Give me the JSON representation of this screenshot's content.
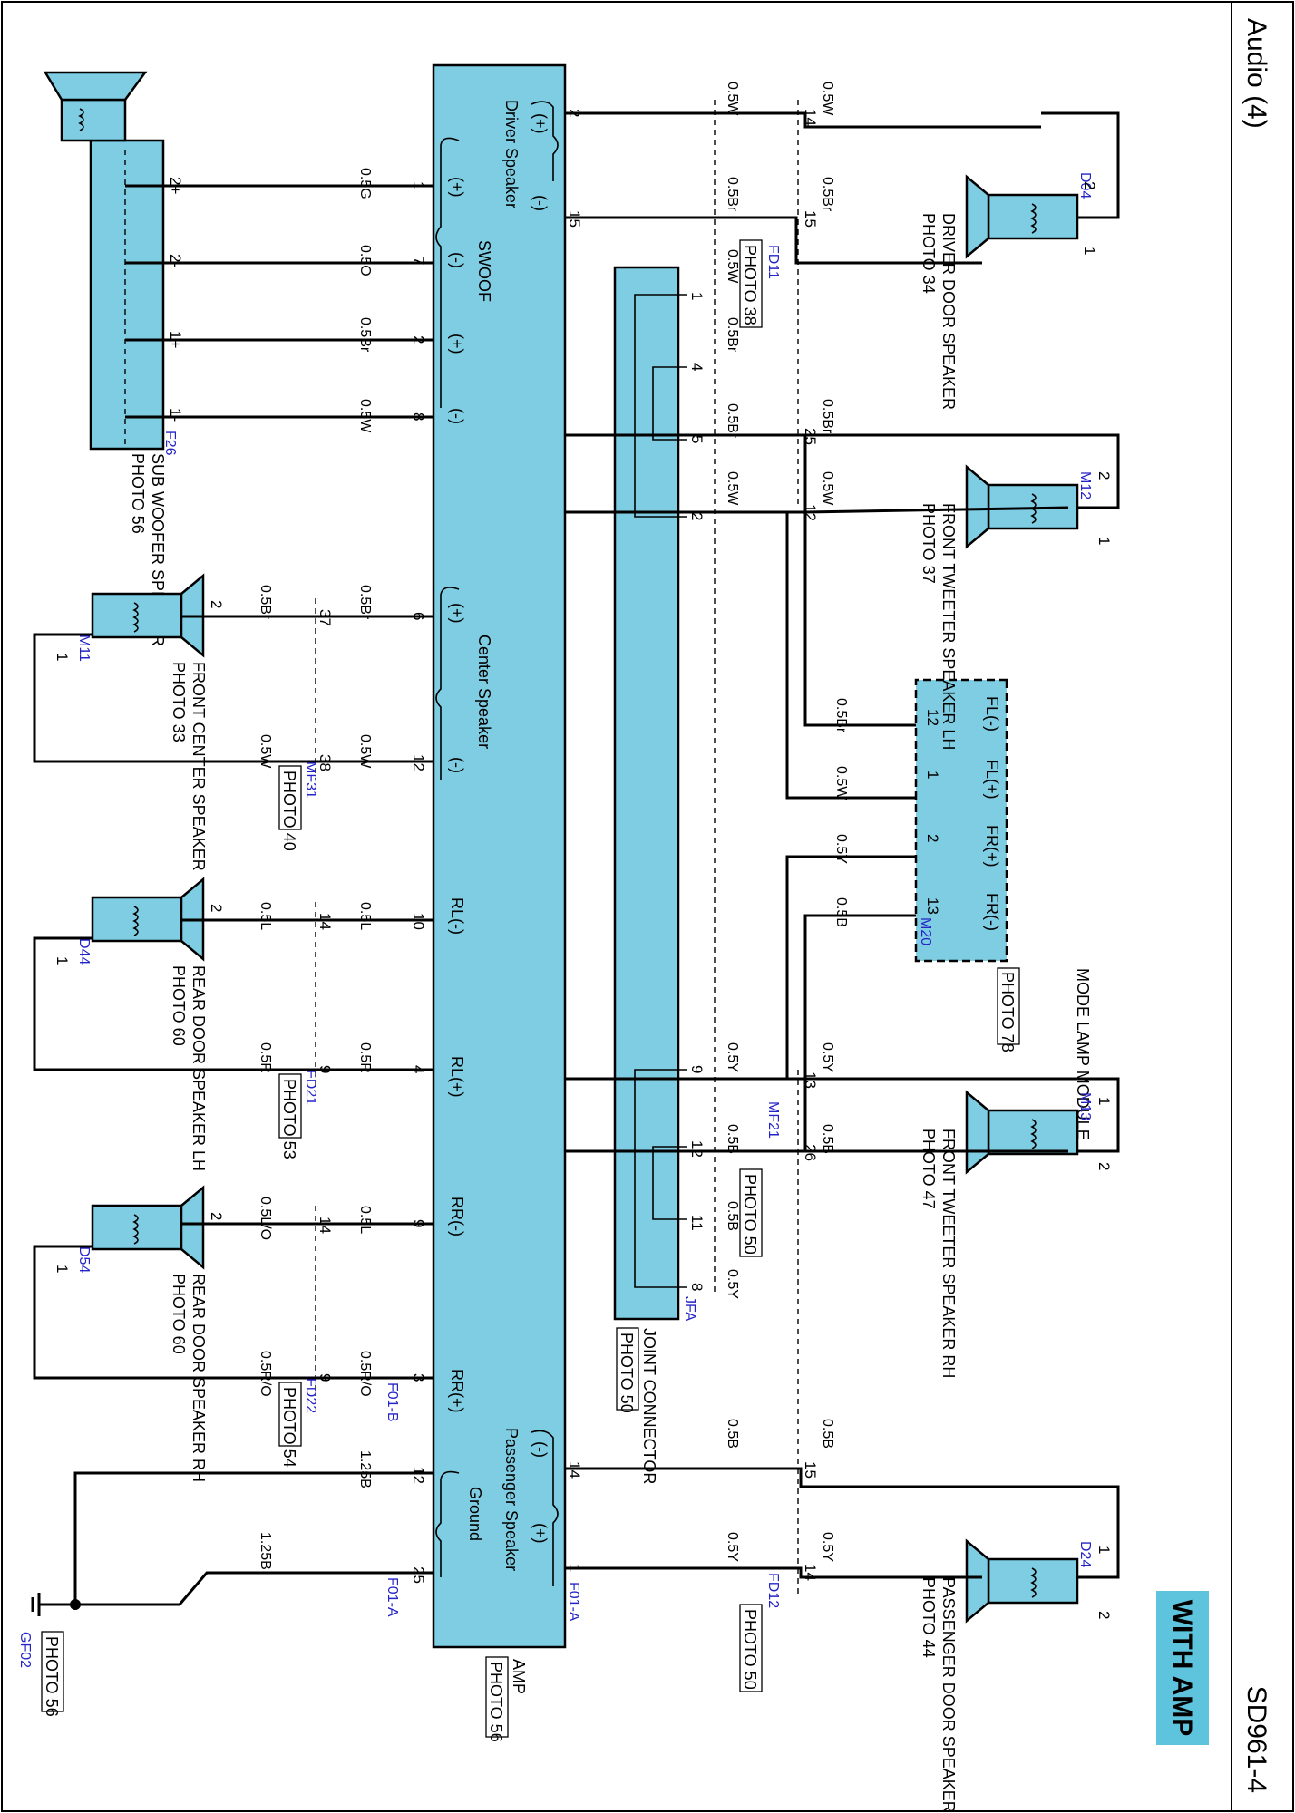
{
  "header": {
    "title": "Audio (4)",
    "code": "SD961-4",
    "variant": "WITH AMP"
  },
  "colors": {
    "component_fill": "#7fcde3",
    "connector_text": "#2424c8",
    "badge_fill": "#5ec3dc"
  },
  "components": {
    "amp": {
      "name": "AMP",
      "photo": "PHOTO 56"
    },
    "joint": {
      "name": "JOINT CONNECTOR",
      "photo": "PHOTO 50",
      "connector": "JFA",
      "pins": [
        "1",
        "4",
        "5",
        "2",
        "9",
        "12",
        "11",
        "8"
      ]
    },
    "mode_lamp": {
      "name": "MODE LAMP MODULE",
      "photo": "PHOTO 78",
      "connector": "M20",
      "pin_labels": [
        "FL(-)",
        "FL(+)",
        "FR(+)",
        "FR(-)"
      ],
      "pins": [
        "12",
        "1",
        "2",
        "13"
      ]
    },
    "driver_speaker": {
      "name": "DRIVER DOOR SPEAKER",
      "photo": "PHOTO 34",
      "conn": "D04",
      "pins": [
        "2",
        "1"
      ]
    },
    "front_tweeter_lh": {
      "name": "FRONT TWEETER SPEAKER LH",
      "photo": "PHOTO 37",
      "conn": "M12",
      "pins": [
        "2",
        "1"
      ]
    },
    "front_tweeter_rh": {
      "name": "FRONT TWEETER SPEAKER RH",
      "photo": "PHOTO 47",
      "conn": "M13",
      "pins": [
        "1",
        "2"
      ]
    },
    "passenger_speaker": {
      "name": "PASSENGER DOOR SPEAKER",
      "photo": "PHOTO 44",
      "conn": "D24",
      "pins": [
        "1",
        "2"
      ]
    },
    "subwoofer": {
      "name": "SUB WOOFER SPEAKER",
      "photo": "PHOTO 56",
      "conn": "F26",
      "pins": [
        "2+",
        "2-",
        "1+",
        "1-"
      ]
    },
    "front_center": {
      "name": "FRONT CENTER SPEAKER",
      "photo": "PHOTO 33",
      "conn": "M11",
      "pins": [
        "2",
        "1"
      ]
    },
    "rear_lh": {
      "name": "REAR DOOR SPEAKER LH",
      "photo": "PHOTO 60",
      "conn": "D44",
      "pins": [
        "2",
        "1"
      ]
    },
    "rear_rh": {
      "name": "REAR DOOR SPEAKER RH",
      "photo": "PHOTO 60",
      "conn": "D54",
      "pins": [
        "2",
        "1"
      ]
    },
    "ground": {
      "conn": "GF02",
      "photo": "PHOTO 56"
    }
  },
  "amp_groups": [
    "Driver Speaker",
    "SWOOF",
    "Center Speaker",
    "Passenger Speaker",
    "Ground"
  ],
  "amp_pin_labels": [
    "(+)",
    "(-)",
    "(+)",
    "(-)",
    "(+)",
    "(-)",
    "(+)",
    "(-)",
    "RL(-)",
    "RL(+)",
    "RR(-)",
    "RR(+)",
    "(-)",
    "(+)"
  ],
  "amp_left_pins": [
    "2",
    "15",
    "14",
    "1"
  ],
  "amp_right_pins": [
    "1",
    "7",
    "2",
    "8",
    "6",
    "12",
    "10",
    "4",
    "9",
    "3",
    "12",
    "25"
  ],
  "inline_connectors": {
    "FD11": {
      "name": "FD11",
      "photo": "PHOTO 38",
      "pins": [
        "14",
        "15"
      ]
    },
    "MF21": {
      "name": "MF21",
      "photo": "PHOTO 50",
      "pins": [
        "25",
        "12",
        "13",
        "26"
      ]
    },
    "FD12": {
      "name": "FD12",
      "photo": "PHOTO 50",
      "pins": [
        "15",
        "14"
      ]
    },
    "MF31": {
      "name": "MF31",
      "photo": "PHOTO 40",
      "pins": [
        "37",
        "38"
      ]
    },
    "FD21": {
      "name": "FD21",
      "photo": "PHOTO 53",
      "pins": [
        "14",
        "9"
      ]
    },
    "FD22": {
      "name": "FD22",
      "photo": "PHOTO 54",
      "pins": [
        "14",
        "9"
      ]
    }
  },
  "amp_connectors": [
    "F01-A",
    "F01-B",
    "F01-A"
  ],
  "wire_colors": {
    "top": [
      "0.5W",
      "0.5Br",
      "0.5W",
      "0.5Br",
      "0.5Br",
      "0.5W",
      "0.5Y",
      "0.5B",
      "0.5B",
      "0.5Y",
      "0.5B",
      "0.5Y"
    ],
    "top_right": [
      "0.5W",
      "0.5Br",
      "0.5Br",
      "0.5W",
      "0.5Y",
      "0.5B",
      "0.5B",
      "0.5Y"
    ],
    "mode_lamp": [
      "0.5Br",
      "0.5W",
      "0.5Y",
      "0.5B"
    ],
    "sub": [
      "0.5G",
      "0.5O",
      "0.5Br",
      "0.5W"
    ],
    "bottom_inner": [
      "0.5Br",
      "0.5W",
      "0.5L",
      "0.5R",
      "0.5L",
      "0.5R/O",
      "1.25B"
    ],
    "bottom_outer": [
      "0.5Br",
      "0.5W",
      "0.5L",
      "0.5R",
      "0.5L/O",
      "0.5R/O",
      "1.25B"
    ]
  }
}
